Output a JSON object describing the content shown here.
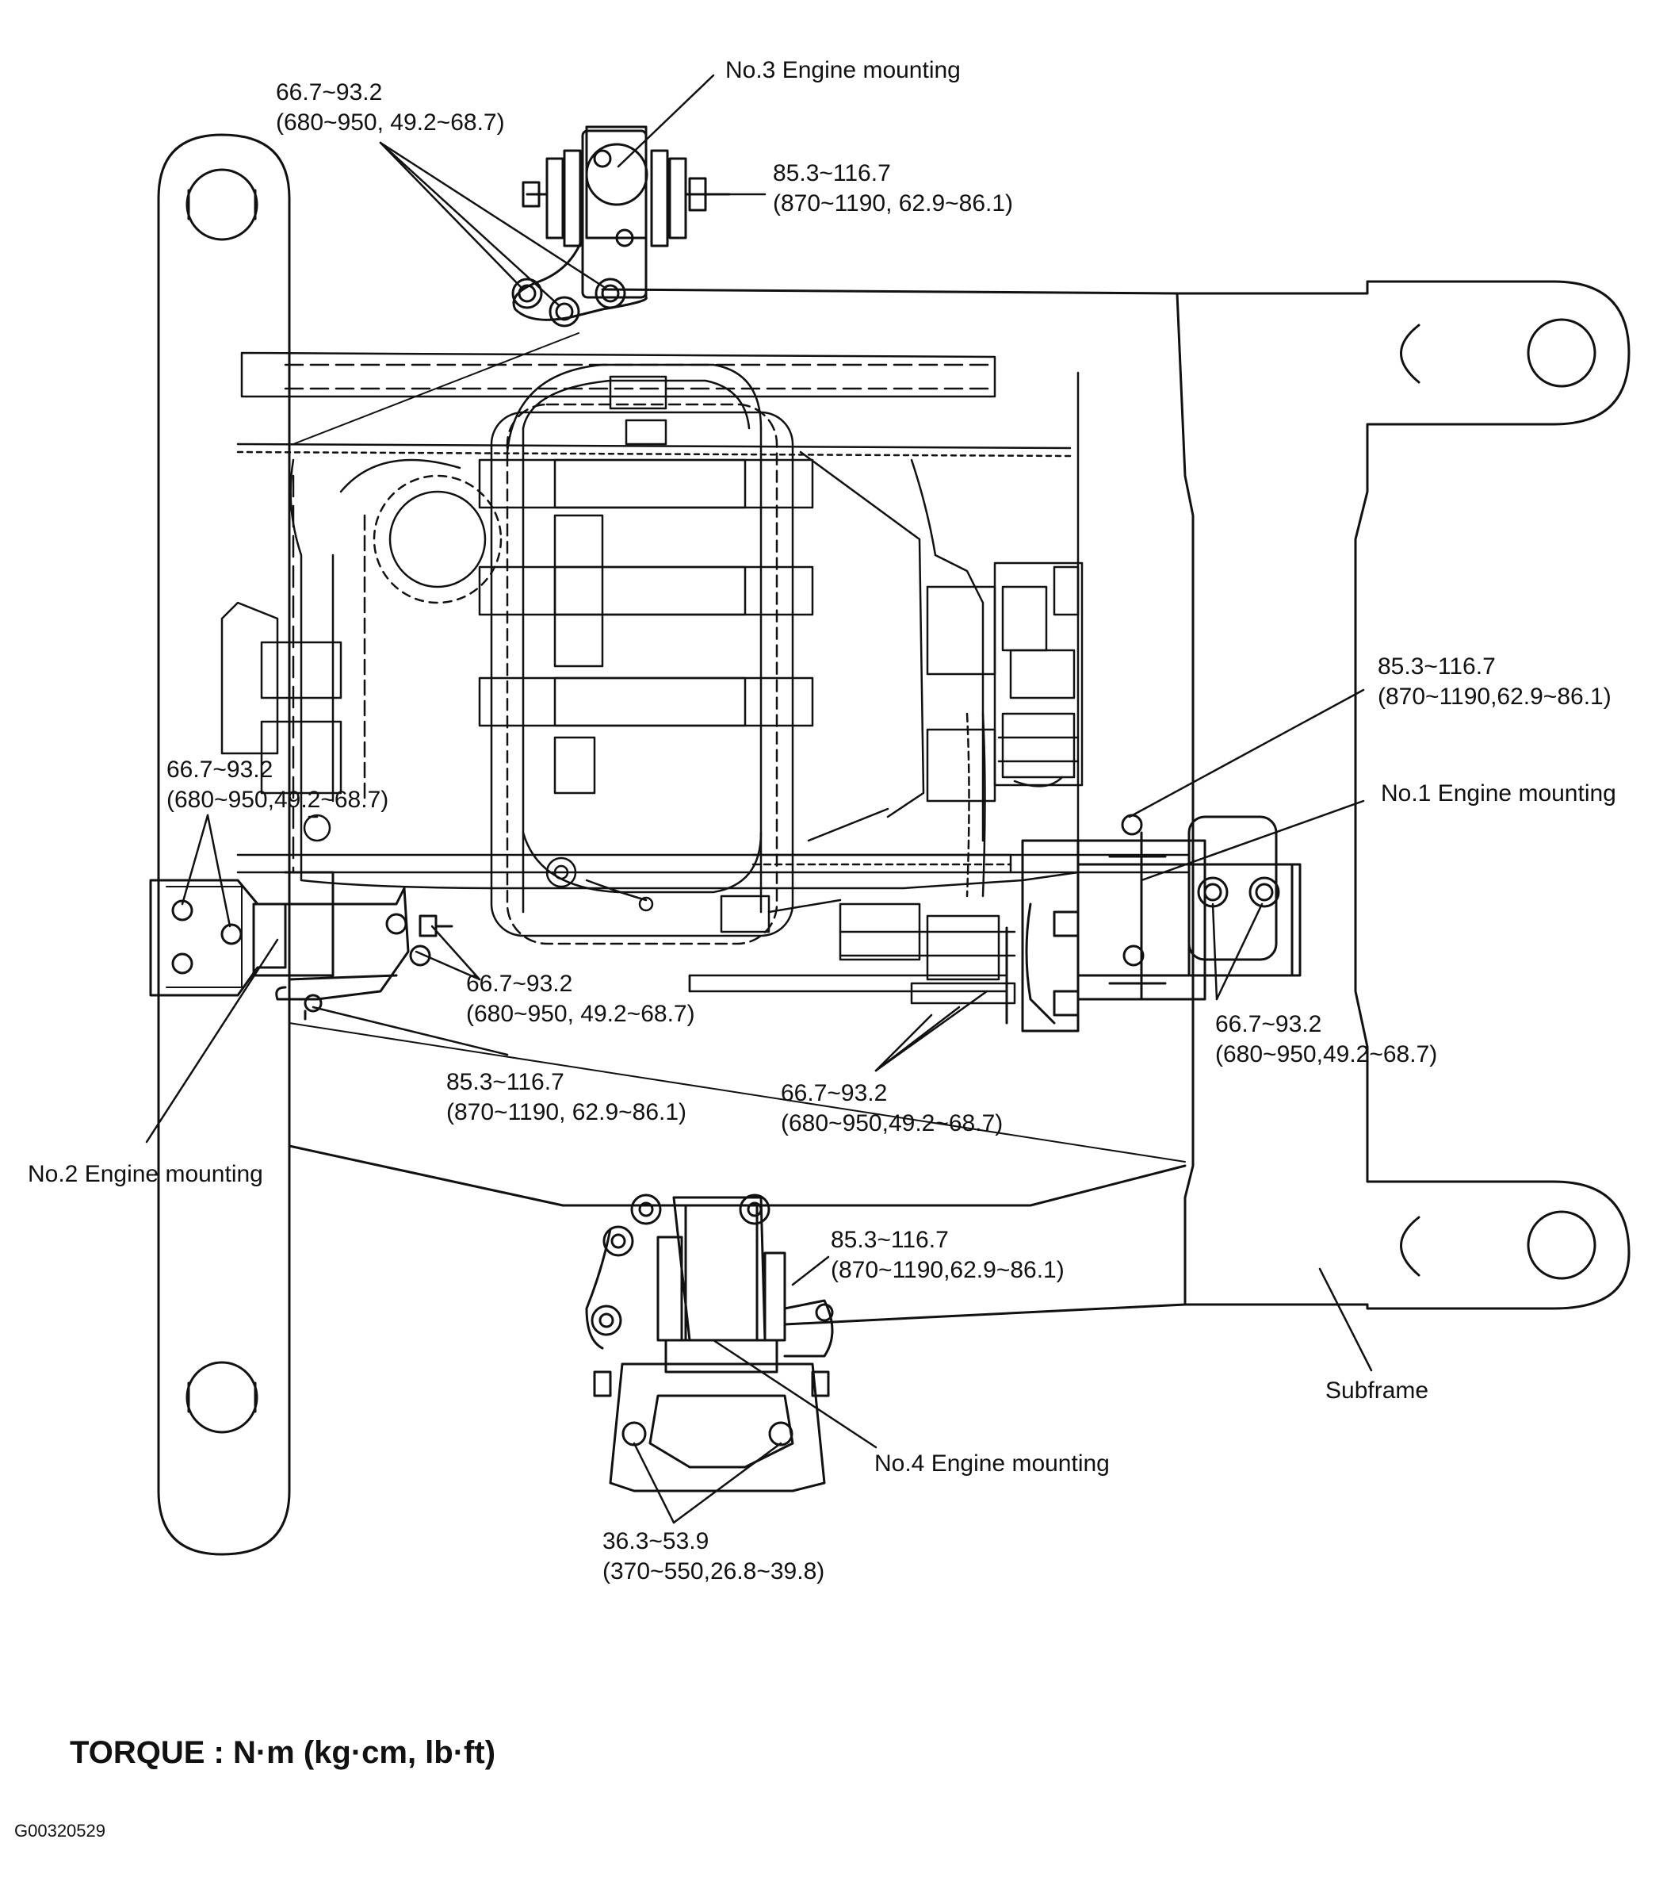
{
  "callouts": {
    "no3_mount": "No.3 Engine mounting",
    "no1_mount": "No.1 Engine mounting",
    "no2_mount": "No.2 Engine mounting",
    "no4_mount": "No.4 Engine mounting",
    "subframe": "Subframe",
    "t_top_left": {
      "value": "66.7~93.2",
      "detail": "(680~950, 49.2~68.7)"
    },
    "t_top_right": {
      "value": "85.3~116.7",
      "detail": "(870~1190, 62.9~86.1)"
    },
    "t_right_upper": {
      "value": "85.3~116.7",
      "detail": "(870~1190,62.9~86.1)"
    },
    "t_left_mid": {
      "value": "66.7~93.2",
      "detail": "(680~950,49.2~68.7)"
    },
    "t_no2_bolts": {
      "value": "66.7~93.2",
      "detail": "(680~950, 49.2~68.7)"
    },
    "t_no2_bottom": {
      "value": "85.3~116.7",
      "detail": "(870~1190, 62.9~86.1)"
    },
    "t_center_low": {
      "value": "66.7~93.2",
      "detail": "(680~950,49.2~68.7)"
    },
    "t_no1_bolts": {
      "value": "66.7~93.2",
      "detail": "(680~950,49.2~68.7)"
    },
    "t_no4_right": {
      "value": "85.3~116.7",
      "detail": "(870~1190,62.9~86.1)"
    },
    "t_no4_bottom": {
      "value": "36.3~53.9",
      "detail": "(370~550,26.8~39.8)"
    }
  },
  "footer": {
    "torque_units": "TORQUE : N·m (kg·cm, lb·ft)",
    "figure_id": "G00320529"
  },
  "colors": {
    "line": "#111111",
    "background": "#ffffff"
  }
}
